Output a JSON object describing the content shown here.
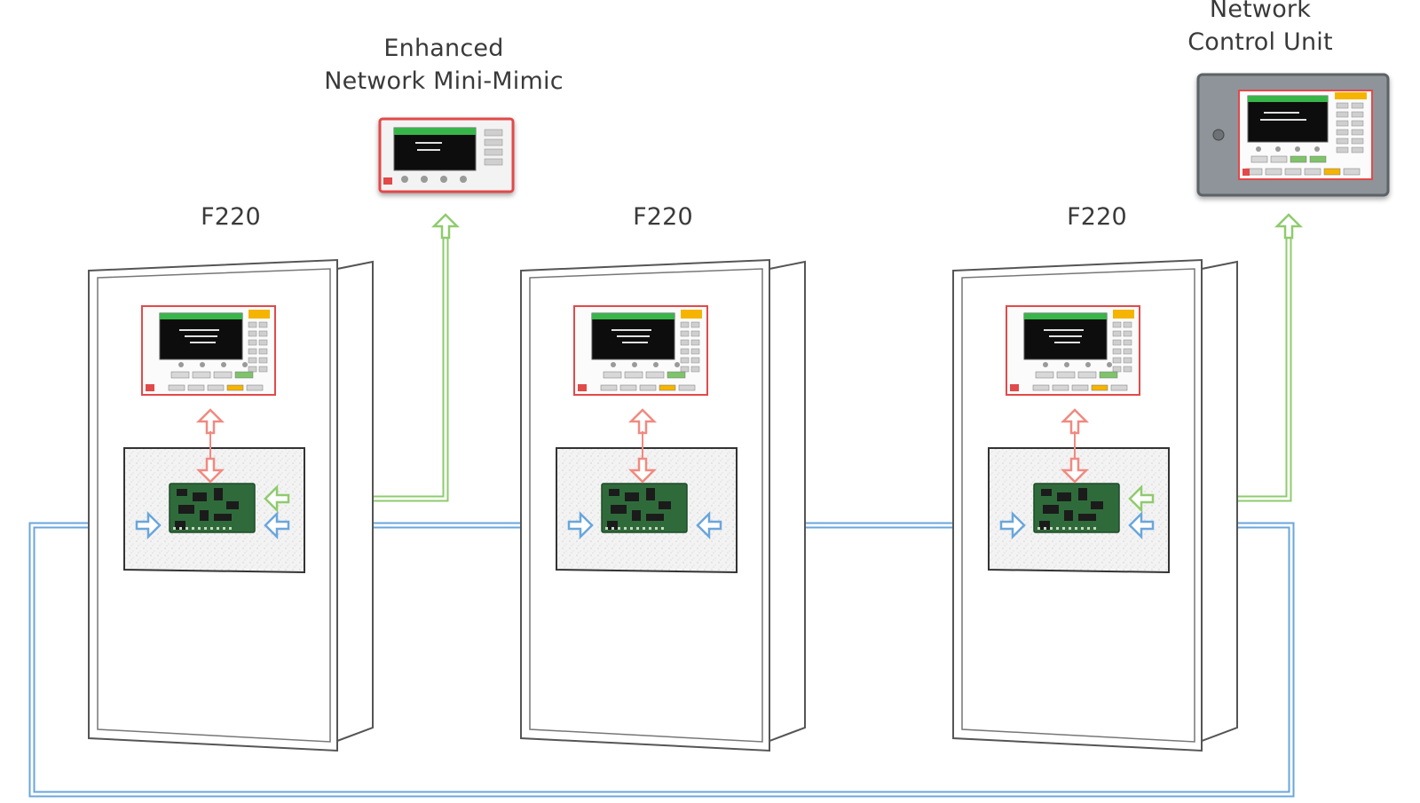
{
  "diagram": {
    "panels": [
      {
        "id": "panel-1",
        "label": "F220"
      },
      {
        "id": "panel-2",
        "label": "F220"
      },
      {
        "id": "panel-3",
        "label": "F220"
      }
    ],
    "mini_mimic": {
      "line1": "Enhanced",
      "line2": "Network Mini-Mimic"
    },
    "network_control_unit": {
      "line1": "Network",
      "line2": "Control Unit"
    },
    "colors": {
      "network_loop": "#8cbfe8",
      "network_loop_edge": "#6aa6dc",
      "uplink": "#a8d98a",
      "internal_link": "#f08a80",
      "cabinet_stroke": "#555555",
      "display_frame": "#e24a4a",
      "screen": "#0d0d0d",
      "screen_bar": "#39b54a",
      "keypad_accent": "#f5b400",
      "pcb": "#2f6b3a",
      "ncu_body": "#8e9499"
    }
  }
}
